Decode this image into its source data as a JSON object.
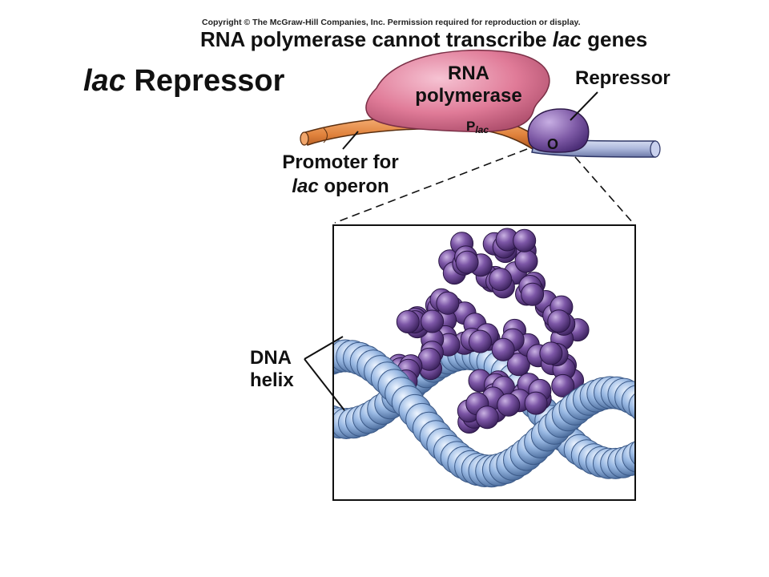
{
  "copyright": "Copyright © The McGraw-Hill Companies, Inc. Permission required for reproduction or display.",
  "headline": {
    "before": "RNA polymerase cannot transcribe ",
    "italic": "lac",
    "after": " genes"
  },
  "title": {
    "italic": "lac",
    "rest": " Repressor"
  },
  "labels": {
    "rna_polymerase_line1": "RNA",
    "rna_polymerase_line2": "polymerase",
    "repressor": "Repressor",
    "plac_main": "P",
    "plac_sub": "lac",
    "operator": "O",
    "promoter_line1": "Promoter for",
    "promoter_line2_italic": "lac",
    "promoter_line2_rest": " operon",
    "dna_line1": "DNA",
    "dna_line2": "helix"
  },
  "colors": {
    "promoter_dna": "#e0823c",
    "rna_polymerase": "#e07b98",
    "repressor": "#7e5aa6",
    "downstream_dna": "#aeb9dd",
    "repressor_atoms": "#6e4796",
    "dna_atoms": "#8fb1df"
  }
}
